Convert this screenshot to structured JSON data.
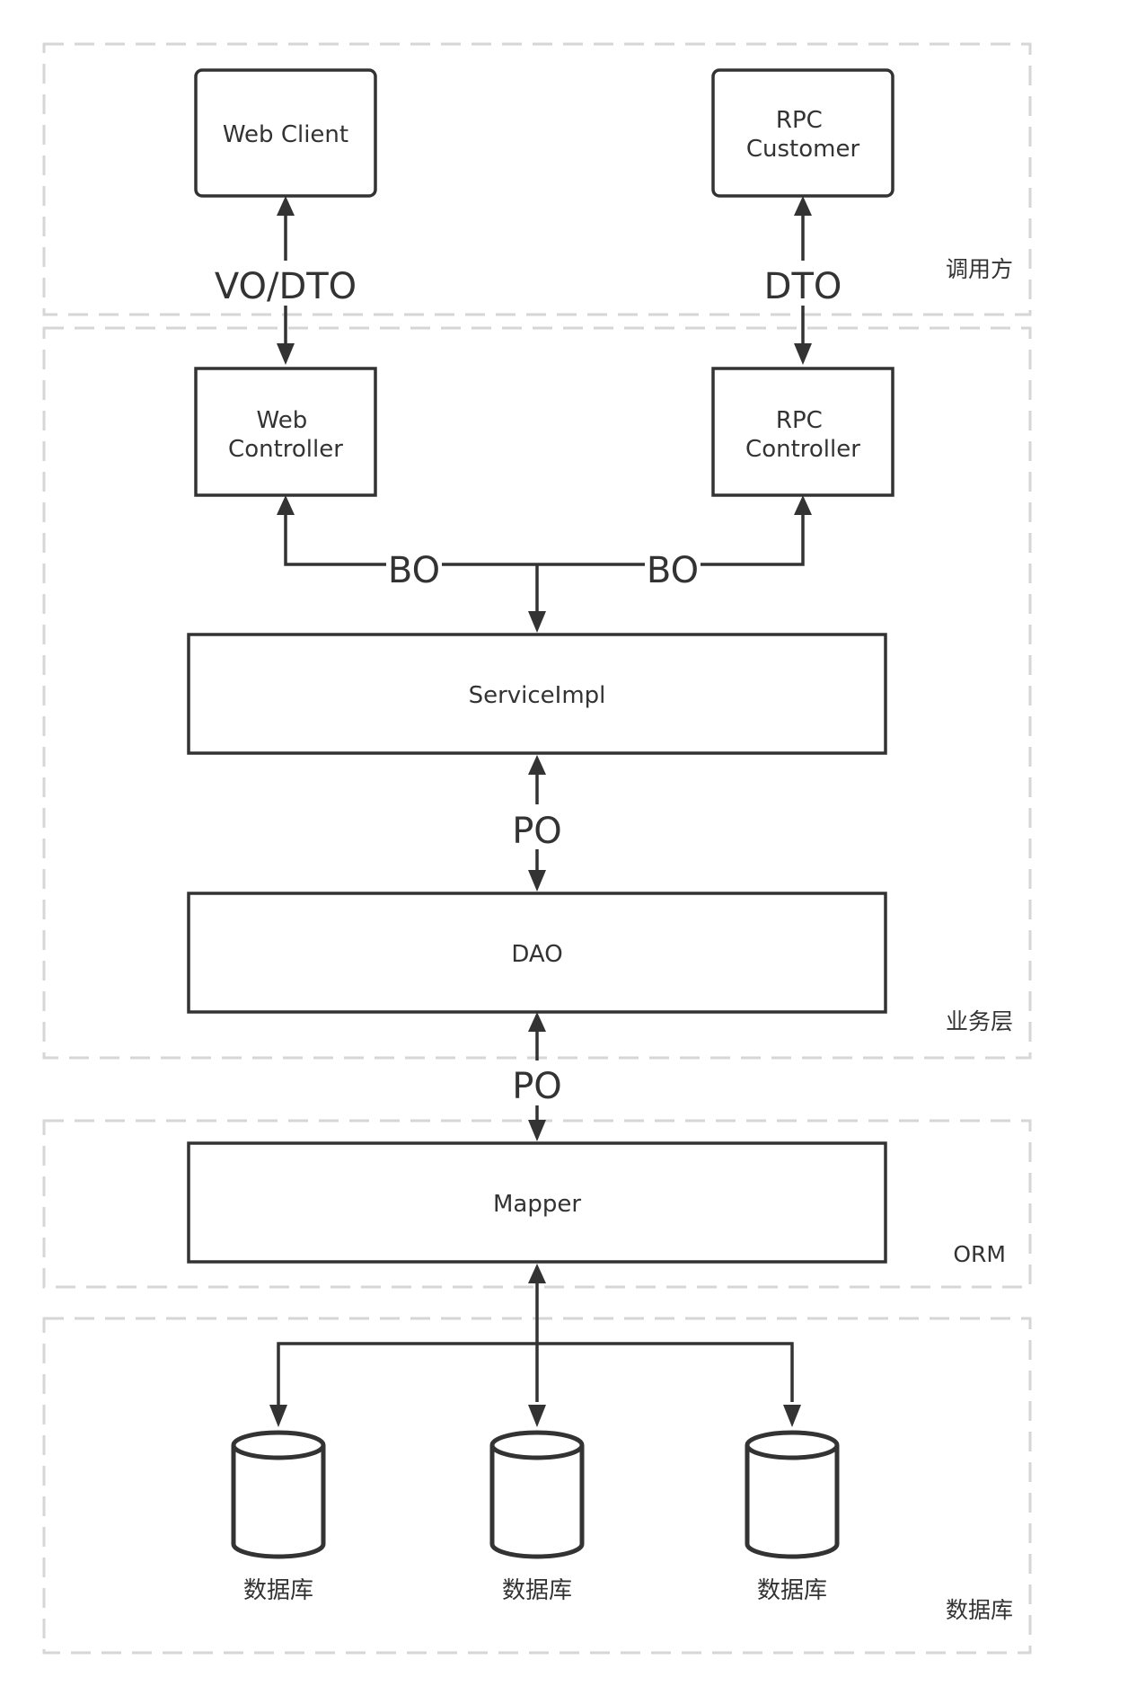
{
  "zones": [
    {
      "id": "caller",
      "label": "调用方"
    },
    {
      "id": "business",
      "label": "业务层"
    },
    {
      "id": "orm",
      "label": "ORM"
    },
    {
      "id": "database",
      "label": "数据库"
    }
  ],
  "nodes": {
    "web_client": [
      "Web Client"
    ],
    "rpc_customer": [
      "RPC",
      "Customer"
    ],
    "web_controller": [
      "Web",
      "Controller"
    ],
    "rpc_controller": [
      "RPC",
      "Controller"
    ],
    "service_impl": [
      "ServiceImpl"
    ],
    "dao": [
      "DAO"
    ],
    "mapper": [
      "Mapper"
    ]
  },
  "edges": {
    "web": "VO/DTO",
    "rpc": "DTO",
    "bo_left": "BO",
    "bo_right": "BO",
    "po_service_dao": "PO",
    "po_dao_mapper": "PO"
  },
  "databases": [
    "数据库",
    "数据库",
    "数据库"
  ]
}
